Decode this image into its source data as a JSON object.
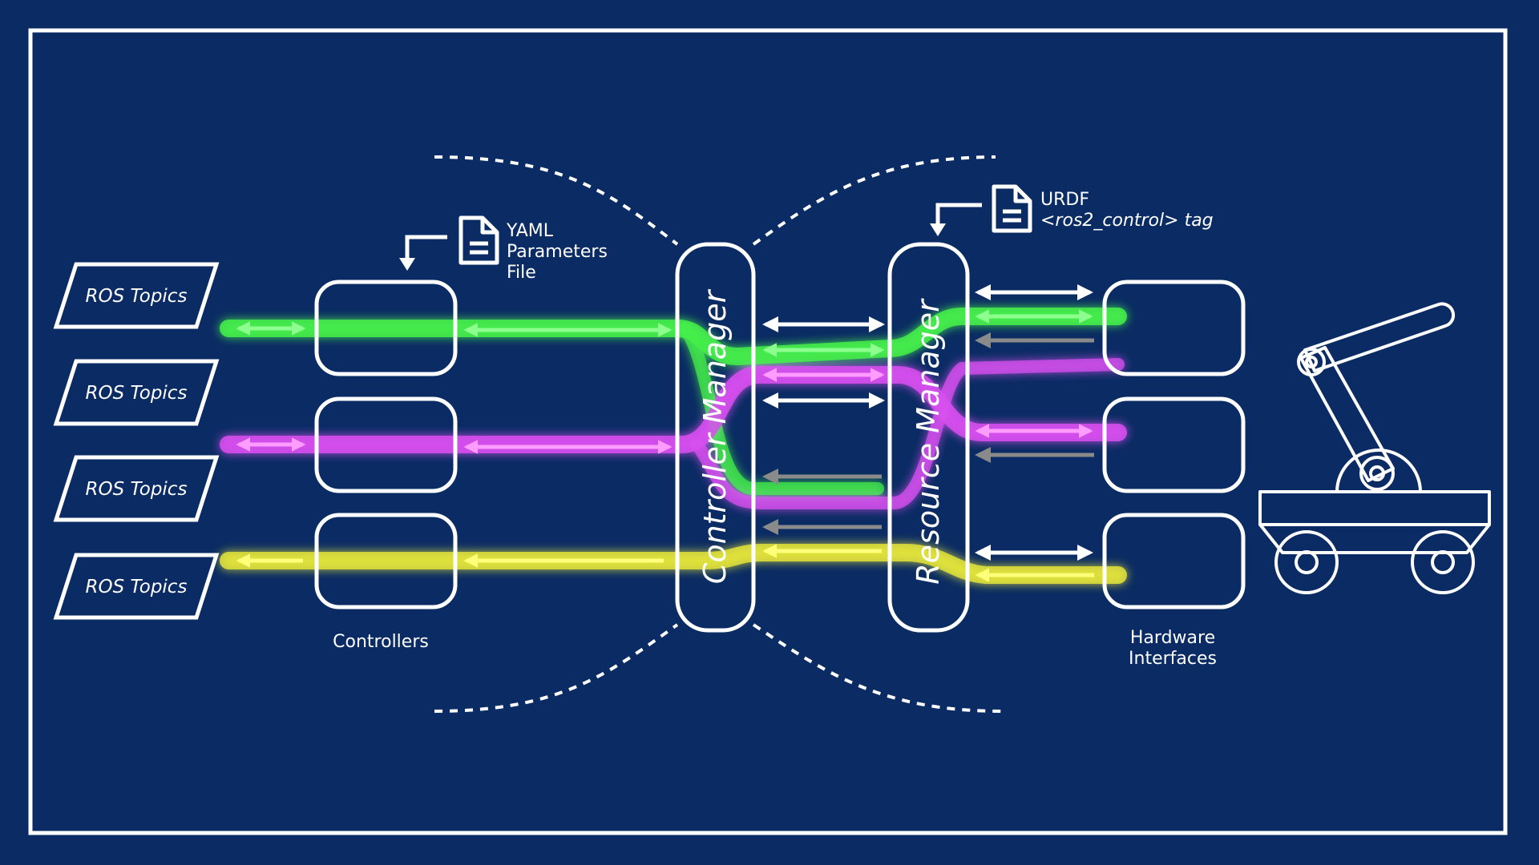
{
  "colors": {
    "background": "#0a2b63",
    "outline": "#ffffff",
    "green": "#45f04a",
    "magenta": "#ec4cf5",
    "yellow": "#f2f23a",
    "gray": "#8a8a8a"
  },
  "ros_topics": [
    "ROS Topics",
    "ROS Topics",
    "ROS Topics",
    "ROS Topics"
  ],
  "controllers_label": "Controllers",
  "yaml": {
    "line1": "YAML",
    "line2": "Parameters",
    "line3": "File",
    "icon": "document-icon"
  },
  "controller_manager_label": "Controller Manager",
  "resource_manager_label": "Resource Manager",
  "urdf": {
    "line1": "URDF",
    "line2": "<ros2_control> tag",
    "icon": "document-icon"
  },
  "hardware_label": {
    "line1": "Hardware",
    "line2": "Interfaces"
  },
  "robot_icon": "robot-arm-cart-icon"
}
